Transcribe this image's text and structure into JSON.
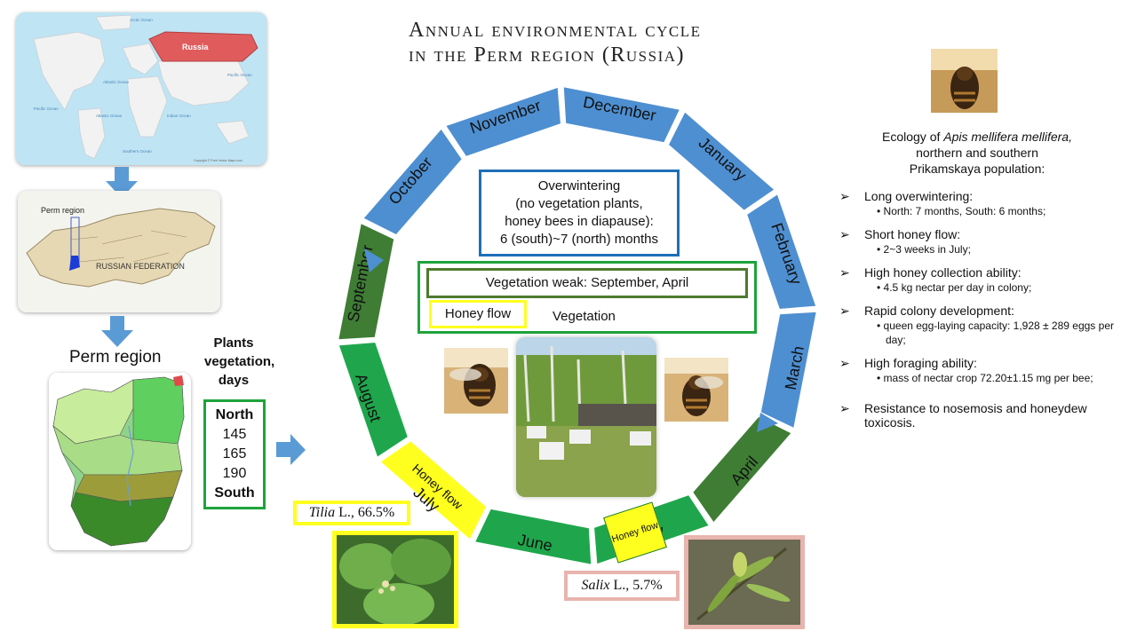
{
  "title": {
    "line1": "Annual environmental cycle",
    "line2": "in the Perm region (Russia)"
  },
  "world_map": {
    "country_label": "Russia",
    "oceans": [
      "Arctic Ocean",
      "Atlantic Ocean",
      "Pacific Ocean",
      "Atlantic Ocean",
      "Indian Ocean",
      "Pacific Ocean",
      "Southern Ocean"
    ],
    "copyright": "Copyright © Free Vector Maps.com"
  },
  "federation_map": {
    "region_label": "Perm region",
    "country_label": "RUSSIAN FEDERATION"
  },
  "perm_map": {
    "label": "Perm region"
  },
  "vegetation": {
    "heading": "Plants vegetation, days",
    "rows": [
      {
        "text": "North",
        "bold": true
      },
      {
        "text": "145",
        "bold": false
      },
      {
        "text": "165",
        "bold": false
      },
      {
        "text": "190",
        "bold": false
      },
      {
        "text": "South",
        "bold": true
      }
    ]
  },
  "months": [
    {
      "name": "December",
      "color": "#4e8fd1"
    },
    {
      "name": "January",
      "color": "#4e8fd1"
    },
    {
      "name": "February",
      "color": "#4e8fd1"
    },
    {
      "name": "March",
      "color": "#4e8fd1"
    },
    {
      "name": "April",
      "color": "#3f7d35"
    },
    {
      "name": "May",
      "color": "#1fa64c"
    },
    {
      "name": "June",
      "color": "#1fa64c"
    },
    {
      "name": "July",
      "color": "#ffff1f"
    },
    {
      "name": "August",
      "color": "#1fa64c"
    },
    {
      "name": "September",
      "color": "#3f7d35"
    },
    {
      "name": "October",
      "color": "#4e8fd1"
    },
    {
      "name": "November",
      "color": "#4e8fd1"
    }
  ],
  "july_extra": "Honey flow",
  "may_flag": "Honey flow",
  "overwintering_box": {
    "line1": "Overwintering",
    "line2": "(no vegetation plants,",
    "line3": "honey bees in diapause):",
    "line4": "6 (south)~7 (north) months"
  },
  "weak_box": "Vegetation weak: September, April",
  "honey_flow_box": "Honey flow",
  "vegetation_label": "Vegetation",
  "tilia": {
    "genus": "Tilia",
    "rest": " L., 66.5%"
  },
  "salix": {
    "genus": "Salix",
    "rest": " L., 5.7%"
  },
  "ecology": {
    "heading_pre": "Ecology of ",
    "species": "Apis mellifera mellifera,",
    "heading_l2": "northern  and southern",
    "heading_l3": "Prikamskaya population:",
    "traits": [
      {
        "title": "Long overwintering:",
        "detail": "North: 7 months, South: 6 months;"
      },
      {
        "title": "Short honey flow:",
        "detail": "2~3 weeks in July;"
      },
      {
        "title": "High honey collection ability:",
        "detail": "4.5 kg nectar per day in colony;"
      },
      {
        "title": "Rapid colony development:",
        "detail": "queen egg-laying capacity: 1,928 ± 289 eggs per day;"
      },
      {
        "title": " High foraging ability:",
        "detail": "mass of nectar crop 72.20±1.15 mg per bee;"
      },
      {
        "title": "Resistance to nosemosis and honeydew toxicosis.",
        "detail": ""
      }
    ]
  },
  "colors": {
    "blue_border": "#1f6fb8",
    "green_border": "#1fa33c",
    "olive_border": "#4e7a2e",
    "yellow": "#ffff1f",
    "pink_border": "#e8b4ad",
    "arrow_blue": "#5b9bd5"
  },
  "icons": {
    "chevron": "chevron-right-icon",
    "bullet": "bullet-icon"
  }
}
